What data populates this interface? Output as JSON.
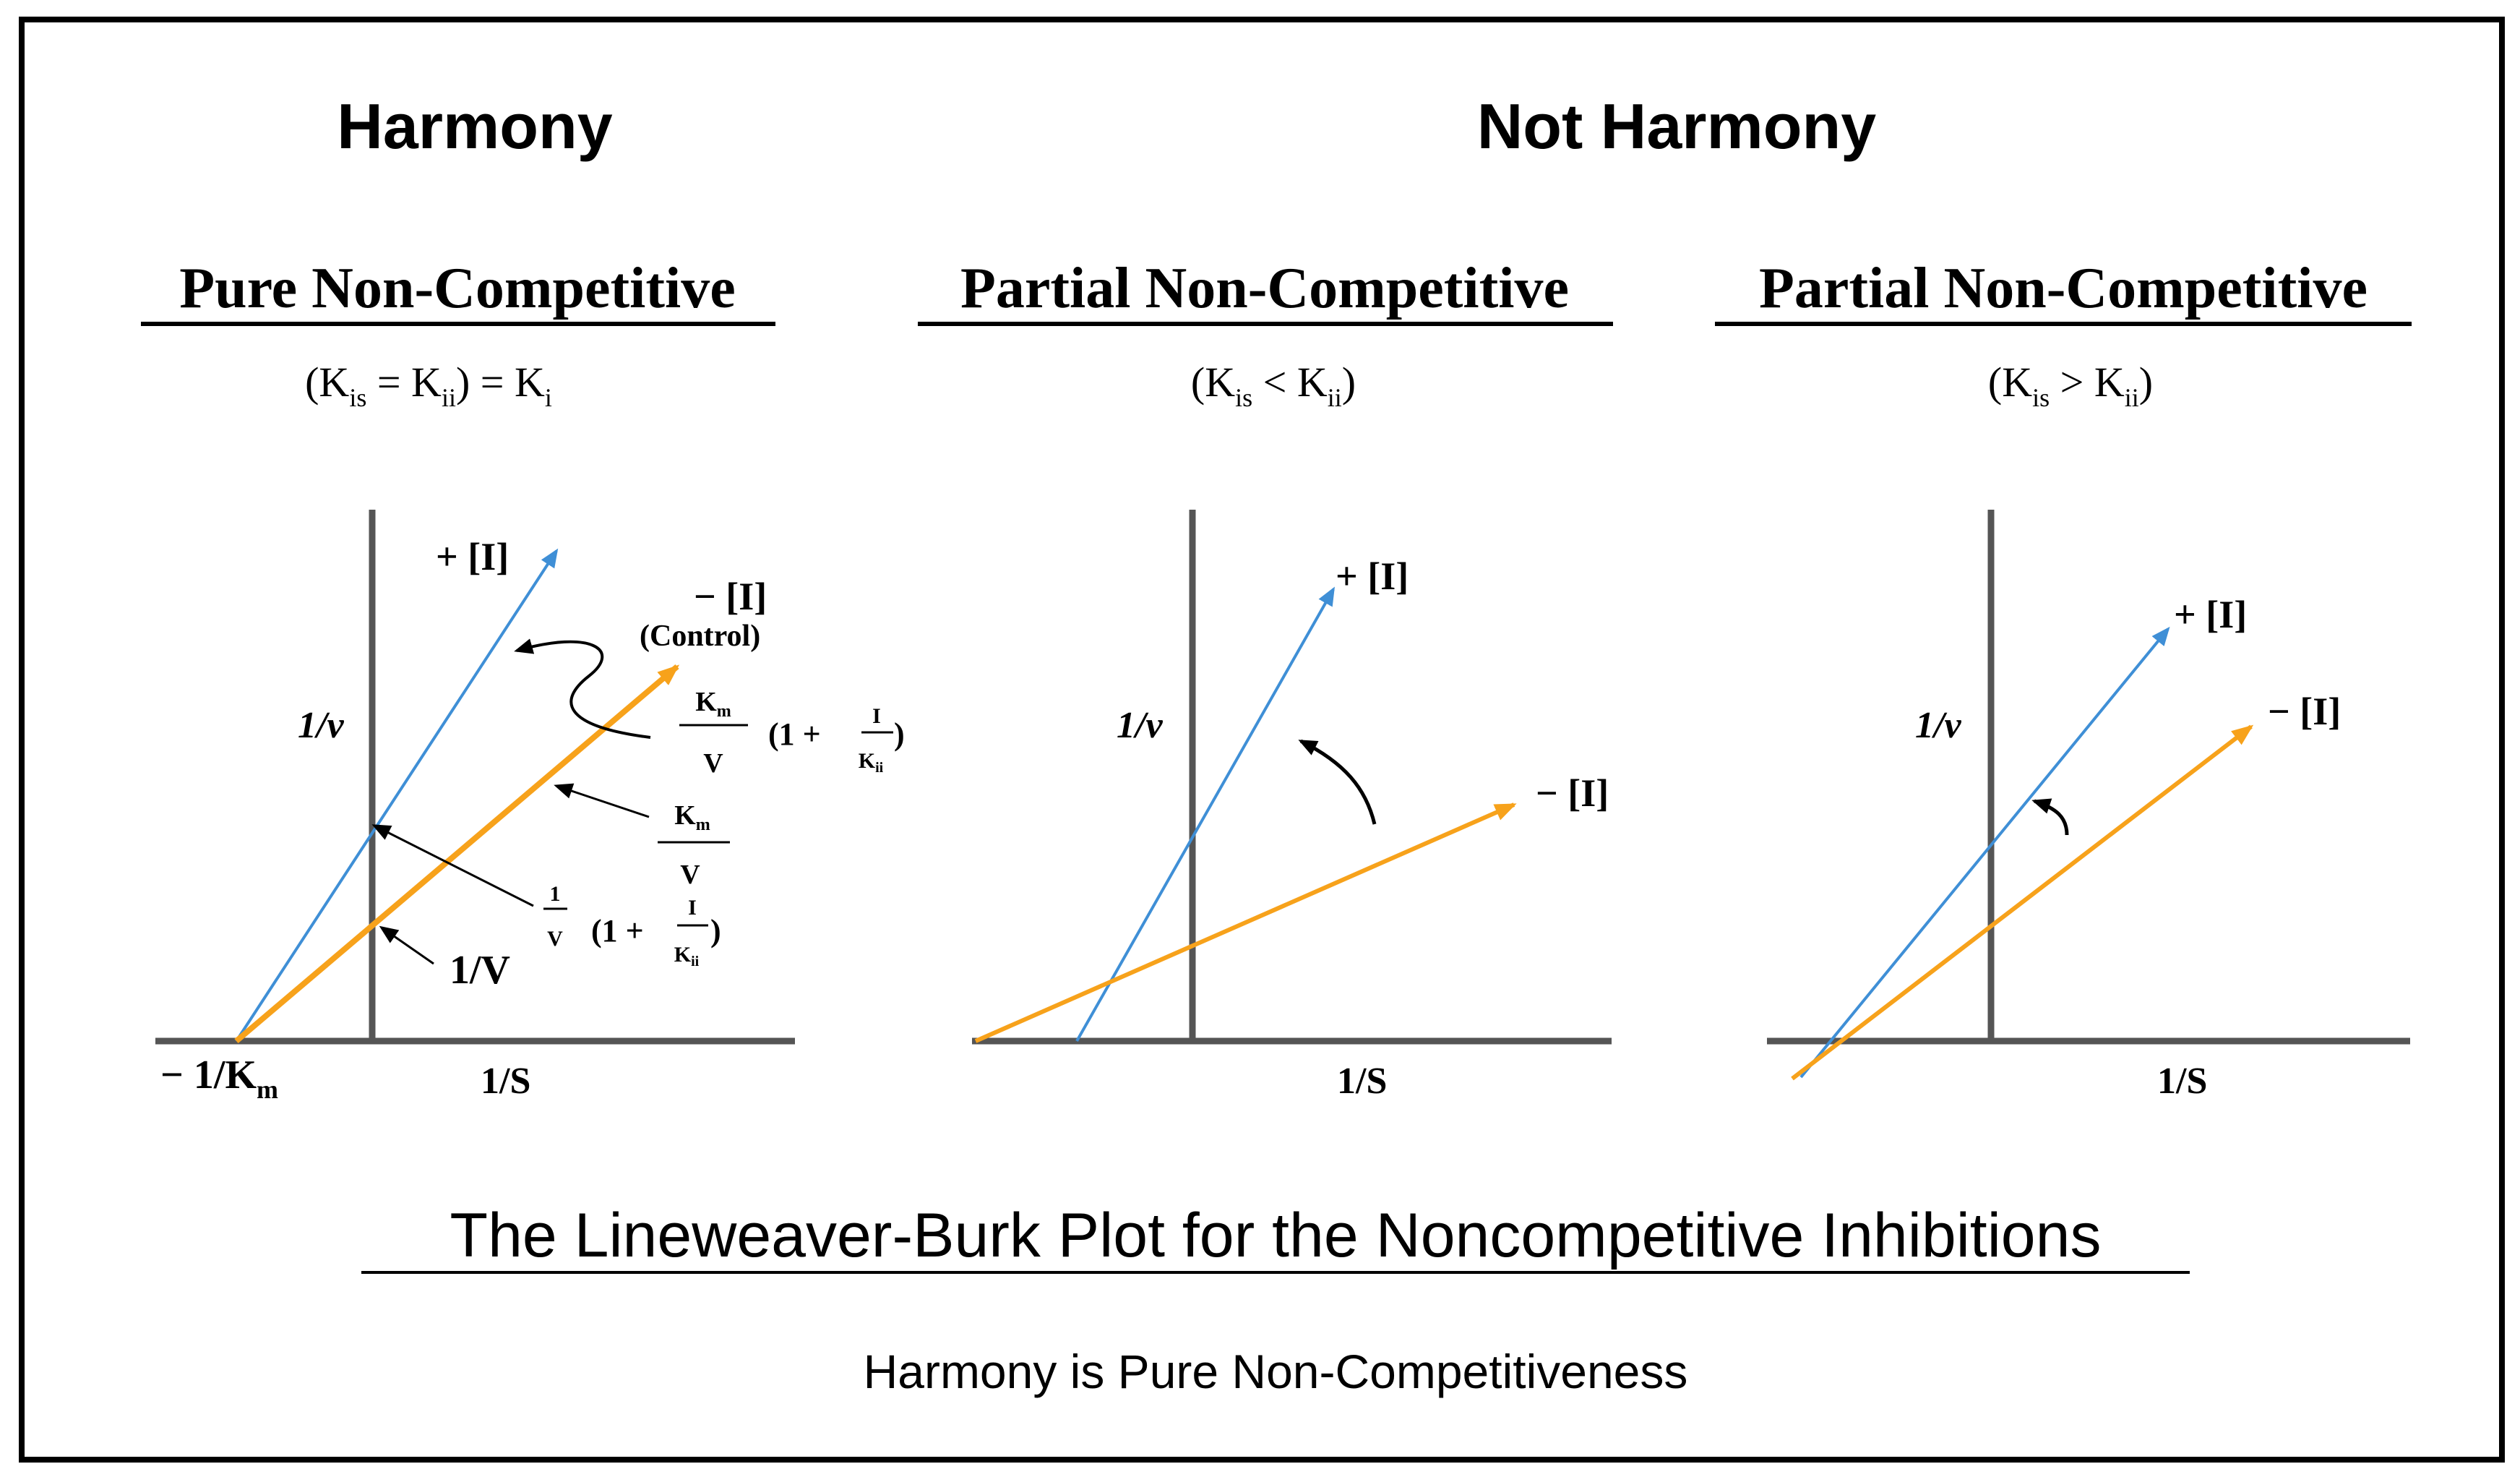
{
  "headings": {
    "harmony": "Harmony",
    "not_harmony": "Not Harmony"
  },
  "panels": [
    {
      "title": "Pure Non-Competitive",
      "cond": {
        "a": "(K",
        "a_sub": "is",
        "b": " = K",
        "b_sub": "ii",
        "c": ") = K",
        "c_sub": "i",
        "d": ""
      },
      "y_label": "1/v",
      "x_label": "1/S",
      "inhibited_label": "+ [I]",
      "control_label": "− [I]",
      "control_sublabel": "(Control)",
      "x_intercept_label": "− 1/K",
      "x_intercept_sub": "m",
      "vmax_label": "1/V",
      "slope_inhibited": {
        "num": "K",
        "num_sub": "m",
        "den": "V",
        "factor": "(1 + ",
        "frac_num": "I",
        "frac_den": "K",
        "frac_den_sub": "ii",
        "close": ")"
      },
      "slope_control": {
        "num": "K",
        "num_sub": "m",
        "den": "V"
      },
      "intercept_inhibited": {
        "num": "1",
        "den": "V",
        "factor": "(1 + ",
        "frac_num": "I",
        "frac_den": "K",
        "frac_den_sub": "ii",
        "close": ")"
      }
    },
    {
      "title": "Partial Non-Competitive",
      "cond": {
        "a": "(K",
        "a_sub": "is",
        "b": " < K",
        "b_sub": "ii",
        "c": ")",
        "c_sub": "",
        "d": ""
      },
      "y_label": "1/v",
      "x_label": "1/S",
      "inhibited_label": "+ [I]",
      "control_label": "− [I]"
    },
    {
      "title": "Partial Non-Competitive",
      "cond": {
        "a": "(K",
        "a_sub": "is",
        "b": " > K",
        "b_sub": "ii",
        "c": ")",
        "c_sub": "",
        "d": ""
      },
      "y_label": "1/v",
      "x_label": "1/S",
      "inhibited_label": "+ [I]",
      "control_label": "− [I]"
    }
  ],
  "caption": "The Lineweaver-Burk Plot for the Noncompetitive Inhibitions",
  "subcaption": "Harmony is Pure Non-Competitiveness",
  "colors": {
    "inhibited_line": "#3f8fd6",
    "control_line": "#f7a21b",
    "axis": "#555555",
    "frame": "#000000",
    "text": "#000000"
  }
}
